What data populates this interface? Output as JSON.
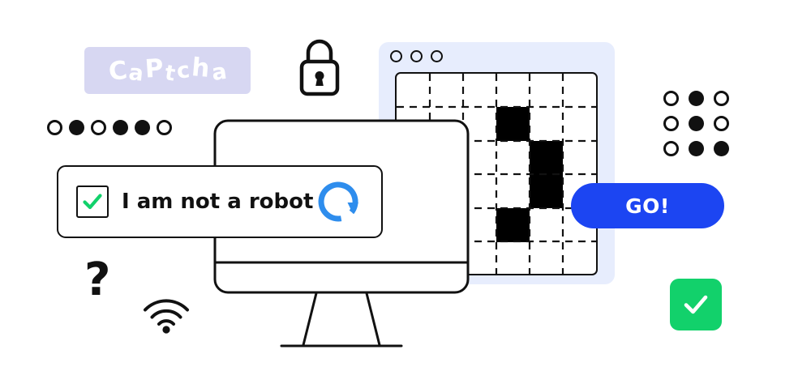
{
  "scene": {
    "title": "CAPTCHA verification illustration",
    "background_color": "#ffffff"
  },
  "captcha_word": {
    "text": "CaPtcha",
    "letters": [
      "C",
      "a",
      "P",
      "t",
      "c",
      "h",
      "a"
    ],
    "background_color": "#d7d7f2",
    "text_color": "#ffffff"
  },
  "dot_row": {
    "name": "dot-sequence",
    "states": [
      "hollow",
      "filled",
      "hollow",
      "filled",
      "filled",
      "hollow"
    ],
    "color": "#111111"
  },
  "dot_grid": {
    "name": "dot-matrix",
    "rows": [
      [
        "hollow",
        "filled",
        "hollow"
      ],
      [
        "hollow",
        "filled",
        "hollow"
      ],
      [
        "hollow",
        "filled",
        "filled"
      ]
    ],
    "color": "#111111"
  },
  "lock": {
    "icon": "lock-icon",
    "color": "#111111"
  },
  "question_mark": {
    "text": "?",
    "color": "#111111"
  },
  "wifi": {
    "icon": "wifi-icon",
    "bars": 3,
    "color": "#111111"
  },
  "browser": {
    "panel_color": "#e7edfd",
    "window_controls": [
      "close-circle",
      "minimize-circle",
      "maximize-circle"
    ]
  },
  "captcha_grid": {
    "columns": 6,
    "rows": 6,
    "line_style": "dashed",
    "border_color": "#111111",
    "cell_color": "#ffffff",
    "selected_color": "#000000",
    "selected_cells": [
      {
        "col": 3,
        "row": 2,
        "span_rows": 1
      },
      {
        "col": 4,
        "row": 3,
        "span_rows": 2
      },
      {
        "col": 3,
        "row": 5,
        "span_rows": 1
      }
    ]
  },
  "monitor": {
    "name": "desktop-monitor",
    "outline_color": "#111111",
    "screen_color": "#ffffff"
  },
  "robot_check": {
    "label": "I am not a robot",
    "checked": true,
    "checkmark_color": "#12d16b",
    "border_color": "#111111",
    "refresh_icon": "refresh-icon",
    "refresh_color": "#2e8ded"
  },
  "go_button": {
    "label": "GO!",
    "background_color": "#1c45f2",
    "text_color": "#ffffff"
  },
  "success_badge": {
    "icon": "check-icon",
    "background_color": "#12d16b",
    "check_color": "#ffffff"
  }
}
